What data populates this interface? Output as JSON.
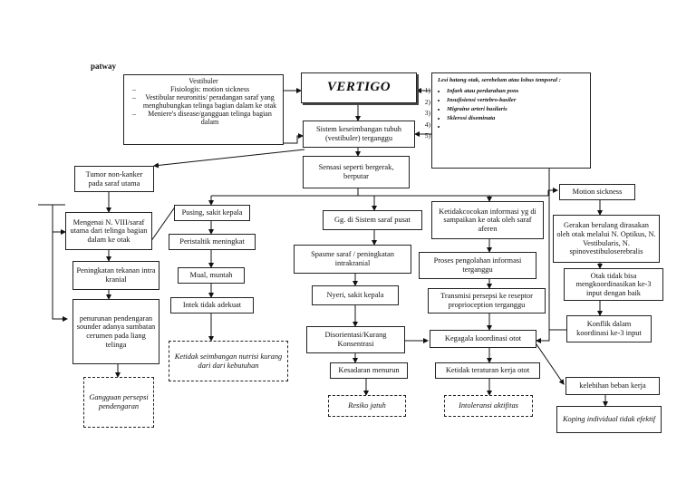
{
  "heading": "patway",
  "vertigo": "VERTIGO",
  "vestibuler": {
    "title": "Vestibuler",
    "items": [
      "Fisiologis: motion sickness",
      "Vestibular neuronitis/ peradangan saraf  yang menghubungkan telinga bagian dalam ke otak",
      "Meniere's disease/gangguan telinga bagian dalam"
    ],
    "dash": "–"
  },
  "lesi": {
    "title": "Lesi batang otak, serebelum atau lobus temporal :",
    "items": [
      "Infark atau perdarahan pons",
      "Insufisiensi vertebro-basiler",
      "Migraine arteri basilaris",
      "Sklerosi diseminata"
    ],
    "numbers": [
      "1)",
      "2)",
      "3)",
      "4)",
      "5)"
    ]
  },
  "boxes": {
    "sistem": "Sistem keseimbangan tubuh (vestibuler) terganggu",
    "sensasi": "Sensasi seperti bergerak, berputar",
    "tumor": "Tumor non-kanker pada saraf utama",
    "mengenai": "Mengenai N. VIII/saraf utama dari telinga bagian dalam ke otak",
    "peningkatan_tekanan": "Peningkatan tekanan intra kranial",
    "penurunan": "penurunan pendengaran sounder adanya sumbatan cerumen pada liang telinga",
    "gangguan_persepsi": "Gangguan persepsi pendengaran",
    "pusing": "Pusing, sakit kepala",
    "peristaltik": "Peristaltik meningkat",
    "mual": "Mual, muntah",
    "intek": "Intek tidak adekuat",
    "ketidakseimbangan": "Ketidak seimbangan nutrisi kurang dari dari kebutuhan",
    "gg_sistem": "Gg. di Sistem saraf pusat",
    "spasme": "Spasme saraf / peningkatan intrakranial",
    "nyeri": "Nyeri, sakit kepala",
    "disorientasi": "Disorientasi/Kurang Konsentrasi",
    "kesadaran": "Kesadaran menurun",
    "resiko": "Resiko jatuh",
    "ketidakcocokan": "Ketidakcocokan informasi yg di sampaikan ke otak oleh saraf aferen",
    "proses": "Proses pengolahan informasi terganggu",
    "transmisi": "Transmisi persepsi ke reseptor proprioception terganggu",
    "kegagalan": "Kegagala koordinasi otot",
    "ketidakteraturan": "Ketidak teraturan kerja otot",
    "intoleransi": "Intoleransi aktifitas",
    "motion": "Motion sickness",
    "gerakan": "Gerakan berulang dirasakan oleh otak melalui N. Optikus, N. Vestibularis, N. spinovestibuloserebralis",
    "otak": "Otak tidak bisa mengkoordinasikan ke-3 input dengan baik",
    "konflik": "Konflik dalam koordinasi ke-3 input",
    "kelebihan": "kelebihan beban kerja",
    "koping": "Koping individual tidak efektif"
  }
}
